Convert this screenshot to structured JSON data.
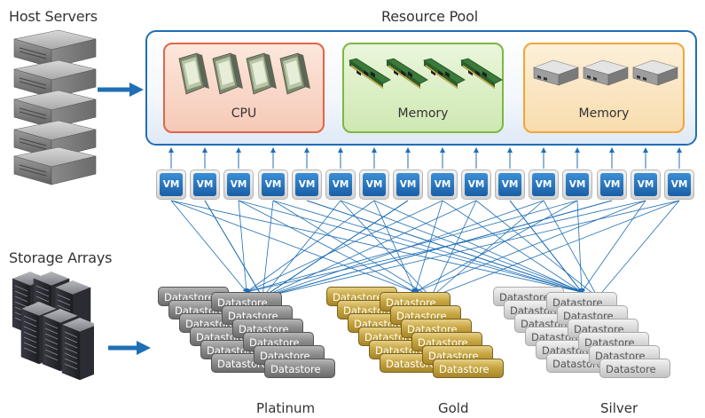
{
  "labels": {
    "host_servers": "Host Servers",
    "resource_pool": "Resource Pool",
    "storage_arrays": "Storage Arrays"
  },
  "resources": [
    {
      "label": "CPU",
      "border": "#e0664a",
      "fill_top": "#fde7dc",
      "fill_bottom": "#f6c9b7",
      "icon": "cpu-chip-icon"
    },
    {
      "label": "Memory",
      "border": "#7bb842",
      "fill_top": "#eaf6dc",
      "fill_bottom": "#cfe8b2",
      "icon": "memory-module-icon"
    },
    {
      "label": "Memory",
      "border": "#f0a73a",
      "fill_top": "#fdf0d9",
      "fill_bottom": "#f8dcae",
      "icon": "network-switch-icon"
    }
  ],
  "vm_label": "VM",
  "vm_count": 16,
  "tiers": [
    {
      "name": "Platinum",
      "datastore_label": "Datastore"
    },
    {
      "name": "Gold",
      "datastore_label": "Datastore"
    },
    {
      "name": "Silver",
      "datastore_label": "Datastore"
    }
  ],
  "colors": {
    "pool_border": "#1f6fb5",
    "arrow": "#1f6fb5",
    "connector": "#1f6fb5",
    "vm_blue": "#2a7cc8"
  }
}
